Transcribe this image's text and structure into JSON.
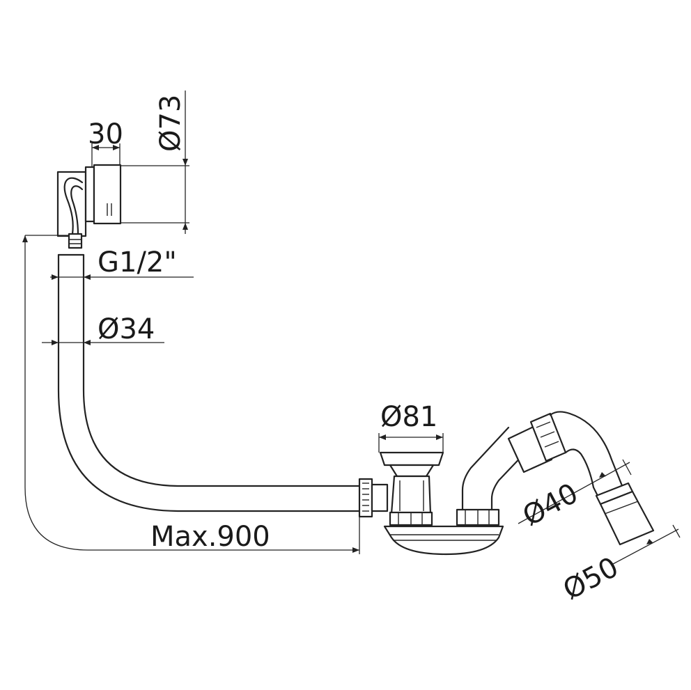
{
  "labels": {
    "width_30": "30",
    "dia_73": "Ø73",
    "thread": "G1/2\"",
    "dia_34": "Ø34",
    "dia_81": "Ø81",
    "dia_40": "Ø40",
    "dia_50": "Ø50",
    "max_length": "Max.900"
  },
  "colors": {
    "line": "#222222",
    "background": "#ffffff"
  }
}
